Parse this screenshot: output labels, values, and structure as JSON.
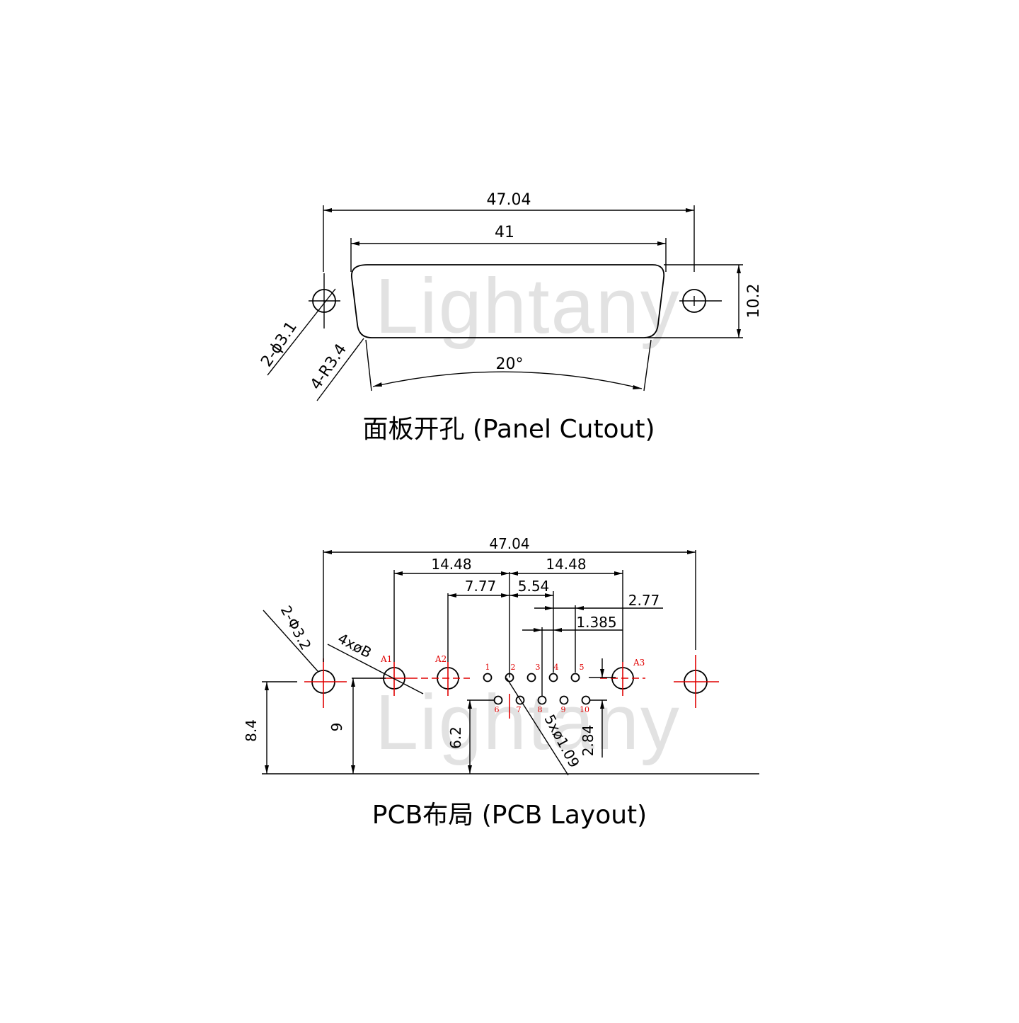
{
  "panel_cutout": {
    "caption": "面板开孔 (Panel Cutout)",
    "dim_overall": "47.04",
    "dim_body": "41",
    "dim_height": "10.2",
    "dim_angle": "20°",
    "dim_holes": "2-ϕ3.1",
    "dim_radius": "4-R3.4"
  },
  "pcb_layout": {
    "caption": "PCB布局 (PCB Layout)",
    "dim_overall": "47.04",
    "dim_left_1448": "14.48",
    "dim_right_1448": "14.48",
    "dim_777": "7.77",
    "dim_554": "5.54",
    "dim_277": "2.77",
    "dim_1385": "1.385",
    "dim_mount_holes": "2-Φ3.2",
    "dim_power_holes": "4xøB",
    "dim_signal_holes": "5xø1.09",
    "dim_84": "8.4",
    "dim_9": "9",
    "dim_62": "6.2",
    "dim_284": "2.84",
    "power_labels": [
      "A1",
      "A2",
      "A3"
    ],
    "pin_labels": [
      "1",
      "2",
      "3",
      "4",
      "5",
      "6",
      "7",
      "8",
      "9",
      "10"
    ]
  },
  "watermark": "Lightany",
  "colors": {
    "line": "#000000",
    "centerline": "#e00000",
    "watermark": "#e2e2e2"
  }
}
